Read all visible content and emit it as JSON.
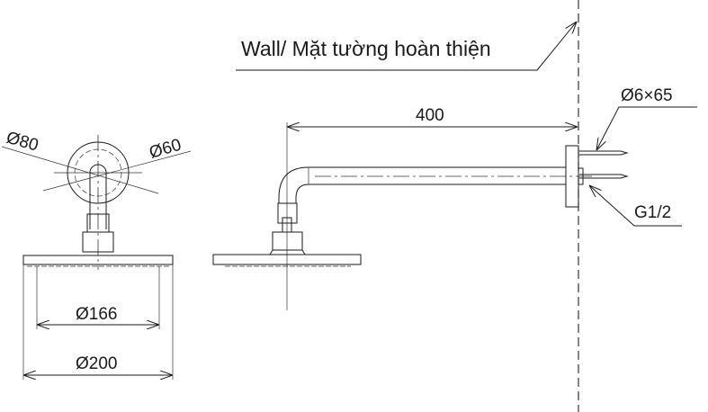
{
  "labels": {
    "wall": "Wall/ Mặt tường hoàn thiện",
    "arm_length": "400",
    "screw": "Ø6×65",
    "thread": "G1/2",
    "flange_outer": "Ø80",
    "flange_inner": "Ø60",
    "spray_face": "Ø166",
    "head_diameter": "Ø200"
  }
}
